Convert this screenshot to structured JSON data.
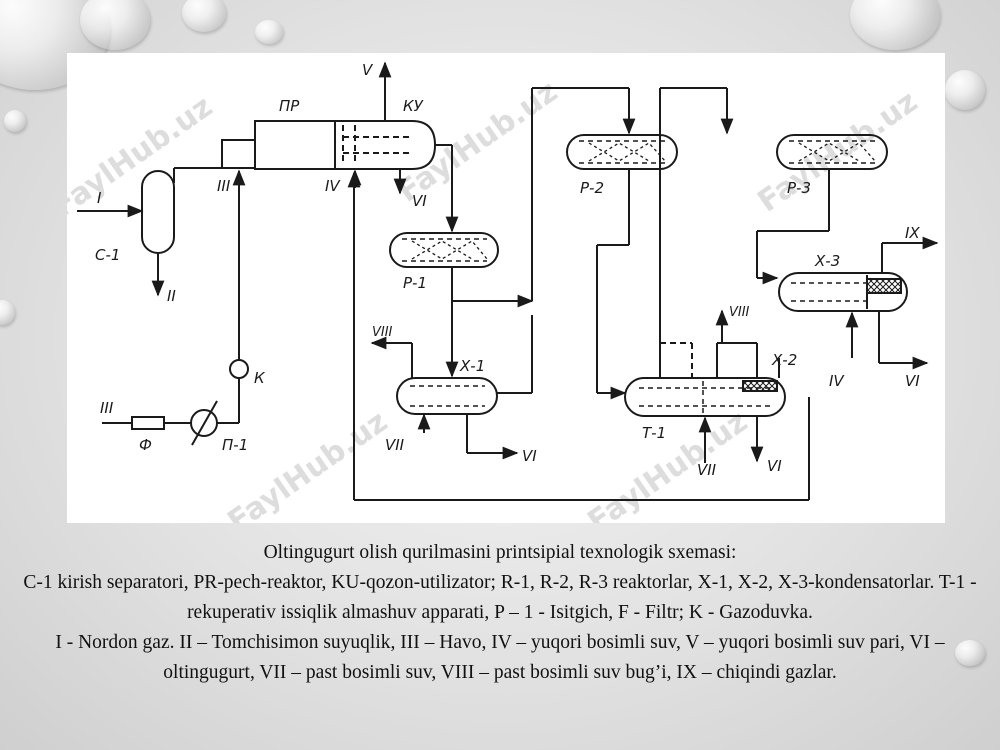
{
  "diagram": {
    "labels": {
      "c1": "С-1",
      "pr": "ПР",
      "ku": "КУ",
      "r1": "Р-1",
      "r2": "Р-2",
      "r3": "Р-3",
      "x1": "Х-1",
      "x2": "Х-2",
      "x3": "Х-3",
      "t1": "Т-1",
      "p1": "П-1",
      "f": "Ф",
      "k": "К"
    },
    "streams": {
      "i": "I",
      "ii": "II",
      "iii": "III",
      "iv": "IV",
      "v": "V",
      "vi": "VI",
      "vii": "VII",
      "viii": "VIII",
      "ix": "IX"
    },
    "watermark": "FaylHub.uz"
  },
  "caption": {
    "line1": "Oltingugurt olish qurilmasini printsipial texnologik sxemasi:",
    "line2": "C-1 kirish separatori, PR-pech-reaktor, KU-qozon-utilizator; R-1, R-2, R-3 reaktorlar, X-1, X-2, X-3-kondensatorlar. T-1 - rekuperativ issiqlik almashuv apparati, P – 1 - Isitgich, F - Filtr;   K - Gazoduvka.",
    "line3": "I - Nordon gaz. II – Tomchisimon suyuqlik, III – Havo, IV – yuqori bosimli suv, V – yuqori bosimli suv pari, VI – oltingugurt, VII – past bosimli suv, VIII – past bosimli suv bug’i, IX – chiqindi gazlar."
  }
}
